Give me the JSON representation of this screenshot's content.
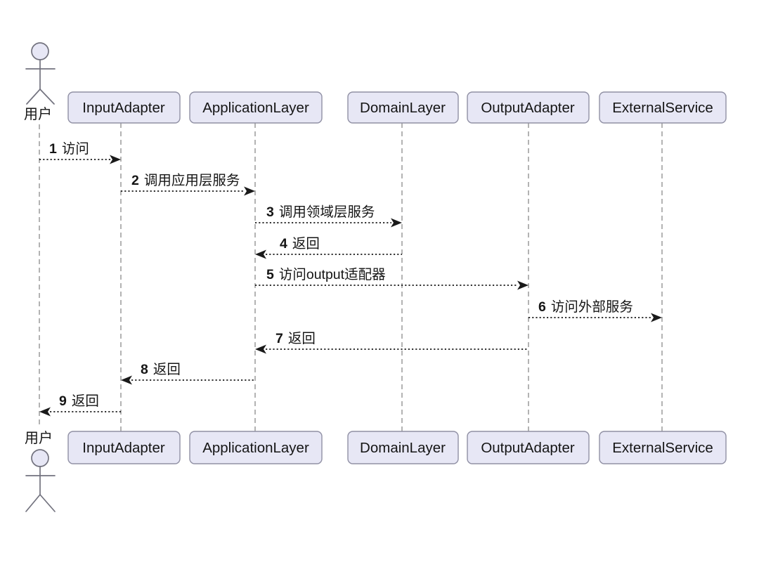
{
  "diagram": {
    "type": "uml-sequence-diagram",
    "actor": {
      "name": "用户"
    },
    "participants": [
      {
        "name": "InputAdapter"
      },
      {
        "name": "ApplicationLayer"
      },
      {
        "name": "DomainLayer"
      },
      {
        "name": "OutputAdapter"
      },
      {
        "name": "ExternalService"
      }
    ],
    "messages": [
      {
        "num": "1",
        "text": "访问",
        "from": "用户",
        "to": "InputAdapter",
        "direction": "right",
        "style": "dotted"
      },
      {
        "num": "2",
        "text": "调用应用层服务",
        "from": "InputAdapter",
        "to": "ApplicationLayer",
        "direction": "right",
        "style": "dotted"
      },
      {
        "num": "3",
        "text": "调用领域层服务",
        "from": "ApplicationLayer",
        "to": "DomainLayer",
        "direction": "right",
        "style": "dotted"
      },
      {
        "num": "4",
        "text": "返回",
        "from": "DomainLayer",
        "to": "ApplicationLayer",
        "direction": "left",
        "style": "dotted"
      },
      {
        "num": "5",
        "text": "访问output适配器",
        "from": "ApplicationLayer",
        "to": "OutputAdapter",
        "direction": "right",
        "style": "dotted"
      },
      {
        "num": "6",
        "text": "访问外部服务",
        "from": "OutputAdapter",
        "to": "ExternalService",
        "direction": "right",
        "style": "dotted"
      },
      {
        "num": "7",
        "text": "返回",
        "from": "OutputAdapter",
        "to": "ApplicationLayer",
        "direction": "left",
        "style": "dotted"
      },
      {
        "num": "8",
        "text": "返回",
        "from": "ApplicationLayer",
        "to": "InputAdapter",
        "direction": "left",
        "style": "dotted"
      },
      {
        "num": "9",
        "text": "返回",
        "from": "InputAdapter",
        "to": "用户",
        "direction": "left",
        "style": "dotted"
      }
    ],
    "colors": {
      "background": "#FFFFFF",
      "participant_fill": "#E7E7F5",
      "participant_border": "#9090A4",
      "lifeline": "#8A8A8A",
      "message_line": "#1A1A1A",
      "text": "#151515",
      "actor_stroke": "#72727E"
    }
  }
}
